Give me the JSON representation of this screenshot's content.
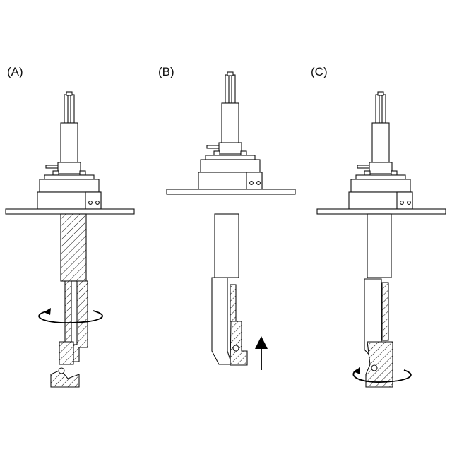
{
  "panels": [
    {
      "id": "A",
      "label": "(A)"
    },
    {
      "id": "B",
      "label": "(B)"
    },
    {
      "id": "C",
      "label": "(C)"
    }
  ]
}
